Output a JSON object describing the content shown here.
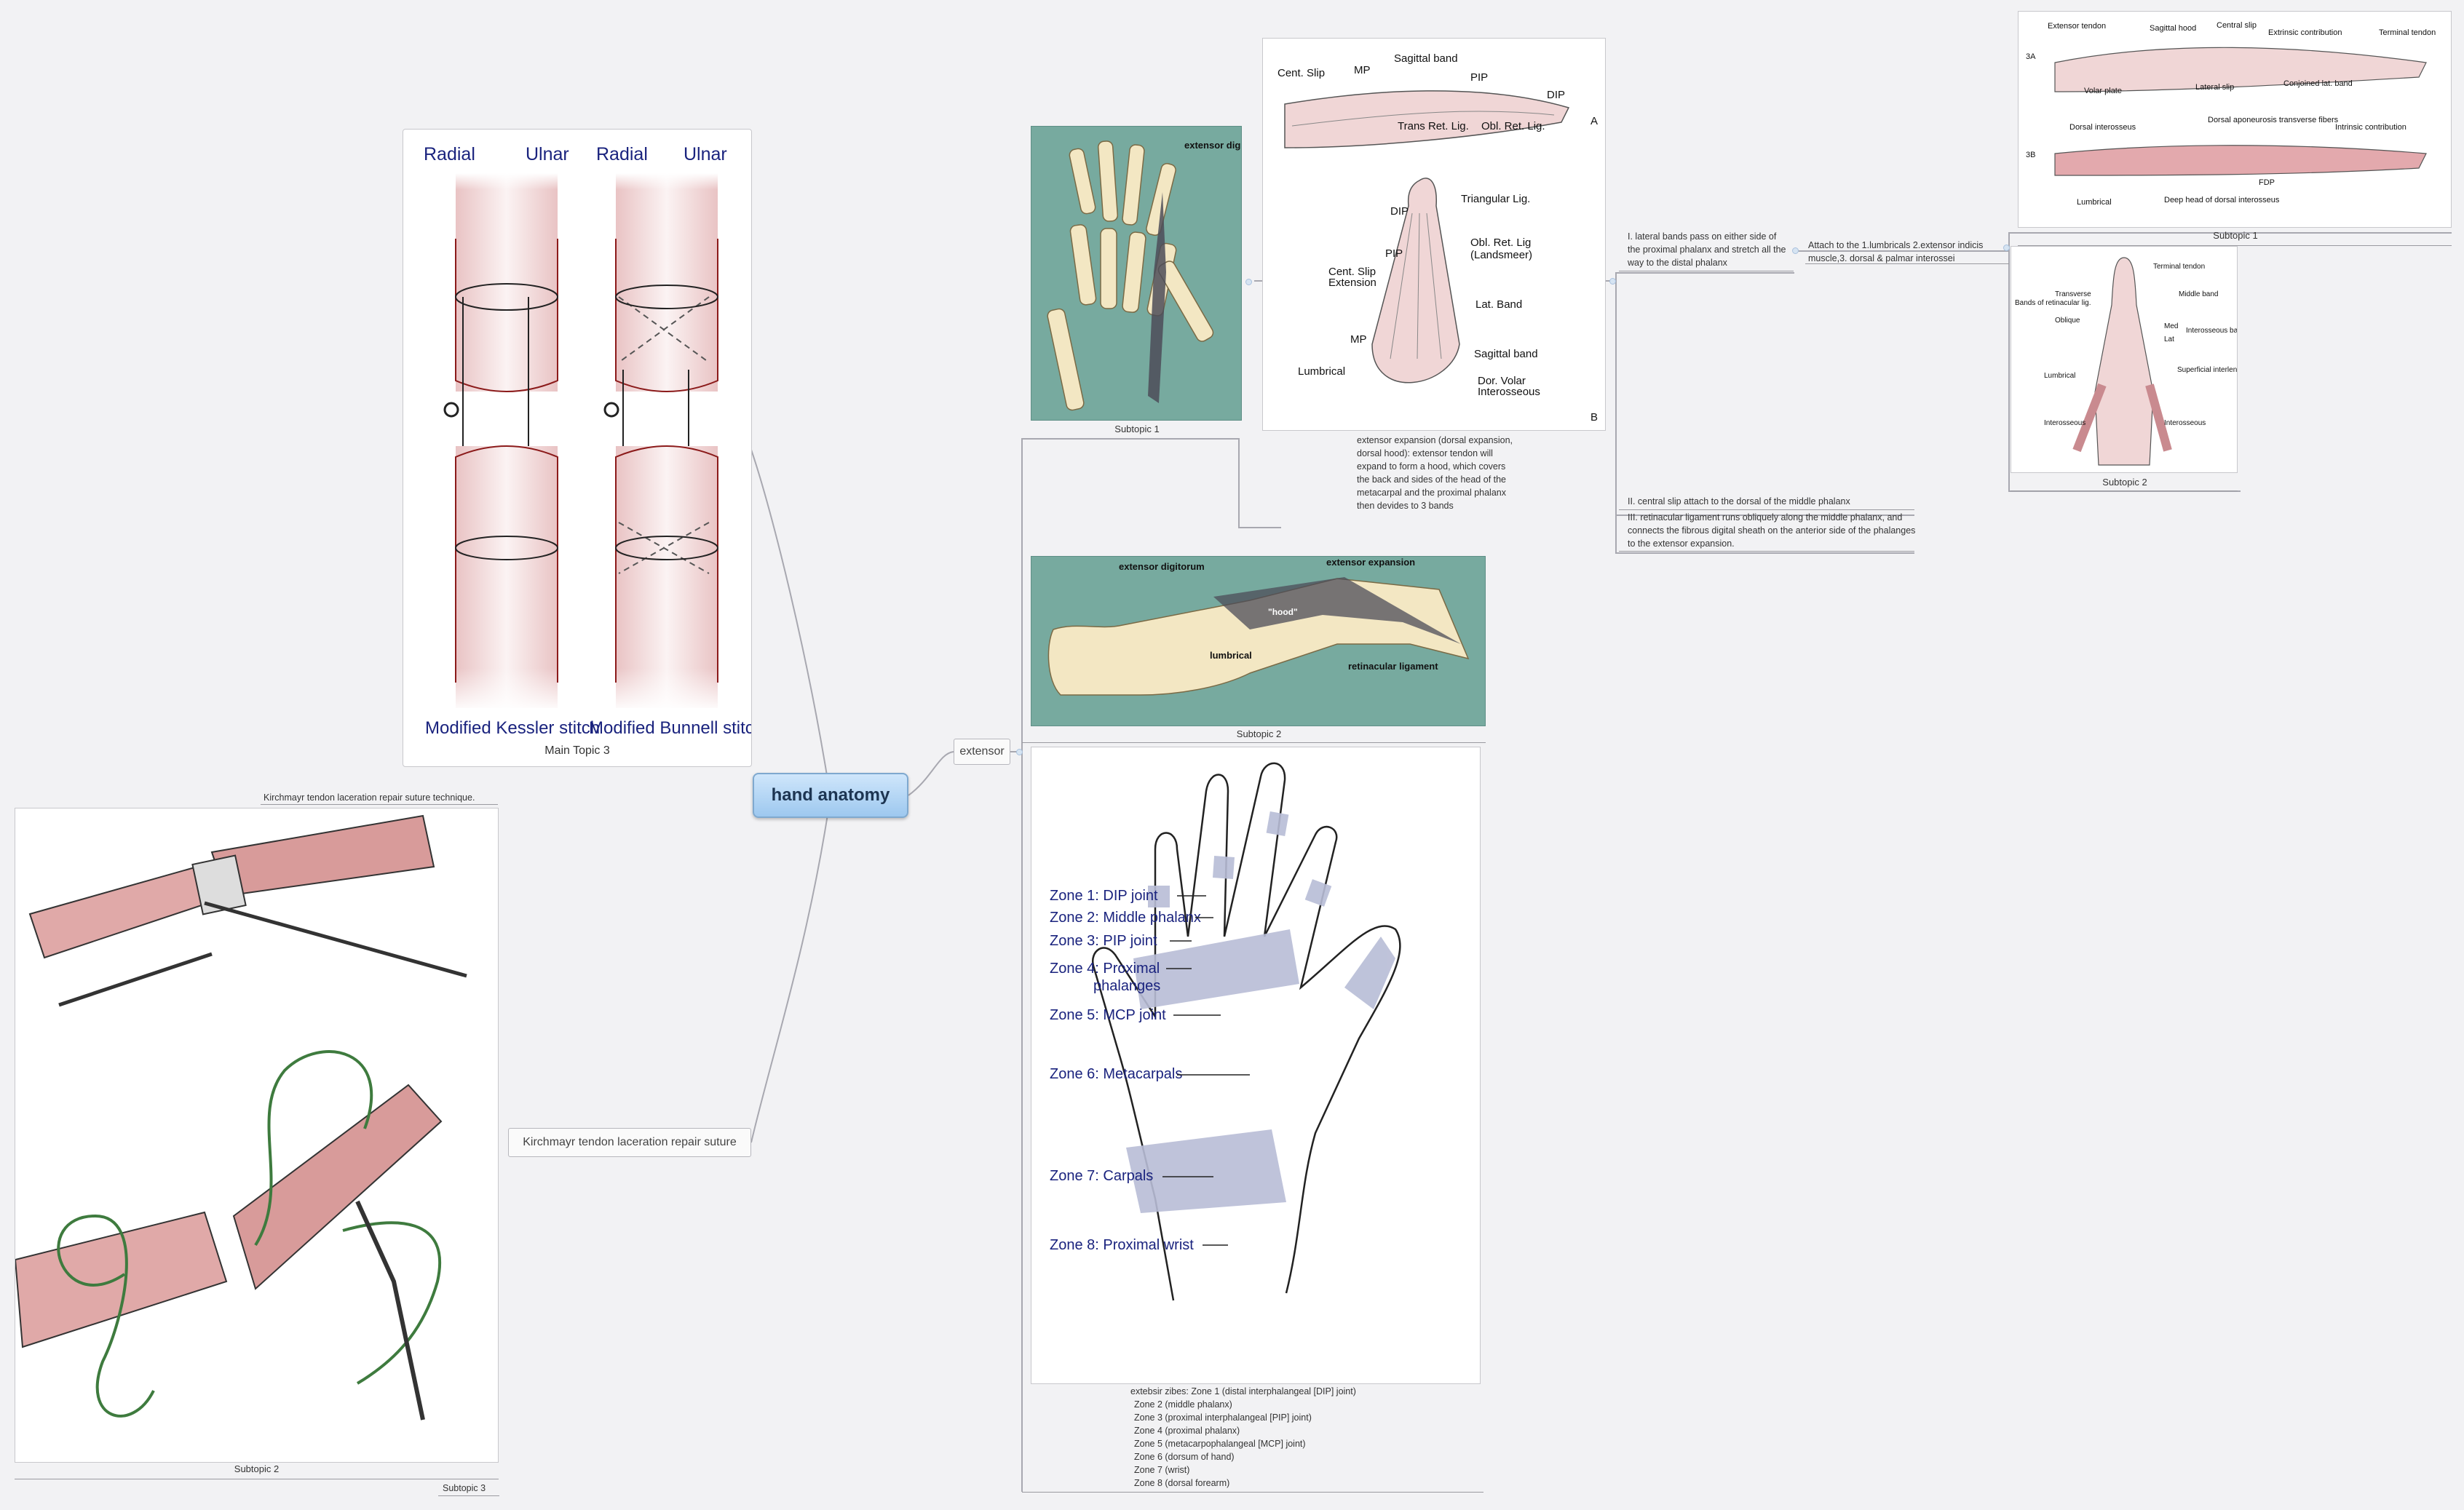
{
  "central": {
    "label": "hand anatomy"
  },
  "left": {
    "main_topic_3": {
      "caption": "Main Topic 3",
      "labels": {
        "radial_1": "Radial",
        "ulnar_1": "Ulnar",
        "radial_2": "Radial",
        "ulnar_2": "Ulnar",
        "kessler": "Modified Kessler stitch",
        "bunnell": "Modified Bunnell stitch"
      }
    },
    "kirchmayr": {
      "topic_label": "Kirchmayr tendon laceration repair suture",
      "note": "Kirchmayr tendon laceration repair suture technique.",
      "image_caption": "Subtopic 2",
      "subtopic_label": "Subtopic 3"
    }
  },
  "extensor": {
    "topic_label": "extensor",
    "subtopic1": {
      "caption": "Subtopic 1",
      "image_label": "extensor digitorum tendon"
    },
    "subtopic2": {
      "caption": "Subtopic 2",
      "labels": {
        "digitorum": "extensor digitorum",
        "expansion": "extensor expansion",
        "hood": "\"hood\"",
        "lumbrical": "lumbrical",
        "retinacular": "retinacular ligament"
      }
    },
    "expansion_diagram": {
      "labels_a": {
        "cent_slip": "Cent. Slip",
        "mp": "MP",
        "sagittal": "Sagittal band",
        "pip": "PIP",
        "dip": "DIP",
        "trans": "Trans Ret. Lig.",
        "obl": "Obl. Ret. Lig.",
        "letter": "A"
      },
      "labels_b": {
        "dip": "DIP",
        "triangular": "Triangular Lig.",
        "pip": "PIP",
        "obl": "Obl. Ret. Lig",
        "landsmeer": "(Landsmeer)",
        "cent_slip": "Cent. Slip",
        "extension": "Extension",
        "lat_band": "Lat. Band",
        "mp": "MP",
        "sagittal": "Sagittal band",
        "lumbrical": "Lumbrical",
        "dor_volar": "Dor. Volar",
        "interosseus": "Interosseous",
        "letter": "B"
      },
      "note": "extensor expansion (dorsal expansion, dorsal hood): extensor tendon will expand to form a hood, which covers the back and sides of the head of the metacarpal and the proximal phalanx then devides to 3 bands"
    },
    "bands": {
      "b1": "I. lateral bands pass on either side of the proximal phalanx and stretch all the way to the distal phalanx",
      "b2": "II. central slip attach to the dorsal  of the middle phalanx",
      "b3": "III. retinacular ligament runs obliquely along the middle phalanx, and connects the fibrous digital sheath on the anterior side of the phalanges to the extensor expansion."
    },
    "attach": {
      "note": "Attach to the 1.lumbricals 2.extensor indicis muscle,3. dorsal & palmar interossei",
      "sub1": {
        "caption": "Subtopic 1",
        "labels": {
          "ext_tendon": "Extensor tendon",
          "sagittal": "Sagittal hood",
          "central": "Central slip",
          "extrinsic": "Extrinsic contribution",
          "terminal": "Terminal tendon",
          "a3": "3A",
          "volar": "Volar plate",
          "lateral": "Lateral slip",
          "conjoined": "Conjoined lat. band",
          "b3": "3B",
          "dorsal_int": "Dorsal interosseus",
          "aponeurosis": "Dorsal aponeurosis transverse fibers",
          "intrinsic": "Intrinsic contribution",
          "fdp": "FDP",
          "lumbrical": "Lumbrical",
          "deep_head": "Deep head of dorsal interosseus"
        }
      },
      "sub2": {
        "caption": "Subtopic 2",
        "labels": {
          "terminal": "Terminal tendon",
          "middle": "Middle band",
          "bands": "Bands of retinacular lig.",
          "transverse": "Transverse",
          "oblique": "Oblique",
          "med": "Med",
          "lat": "Lat",
          "interosseous_bands": "Interosseous bands",
          "lumbrical": "Lumbrical",
          "superficial": "Superficial interlendinous lamina",
          "interosseous_l": "Interosseous",
          "interosseous_r": "Interosseous"
        }
      }
    },
    "zones": {
      "labels": [
        "Zone 1: DIP joint",
        "Zone 2: Middle phalanx",
        "Zone 3: PIP joint",
        "Zone 4: Proximal",
        "phalanges",
        "Zone 5: MCP joint",
        "Zone 6: Metacarpals",
        "Zone 7: Carpals",
        "Zone 8: Proximal wrist"
      ],
      "note_lines": [
        "extebsir zibes:      Zone 1 (distal interphalangeal [DIP] joint)",
        "Zone 2 (middle phalanx)",
        "Zone 3 (proximal interphalangeal [PIP] joint)",
        "Zone 4 (proximal phalanx)",
        "Zone 5 (metacarpophalangeal [MCP] joint)",
        "Zone 6 (dorsum of hand)",
        "Zone 7 (wrist)",
        "Zone 8 (dorsal forearm)"
      ]
    }
  },
  "colors": {
    "accent": "#9dc8ef",
    "tendon": "#e8b7b9",
    "teal": "#77aa9f",
    "zone": "#b8bdd6"
  }
}
